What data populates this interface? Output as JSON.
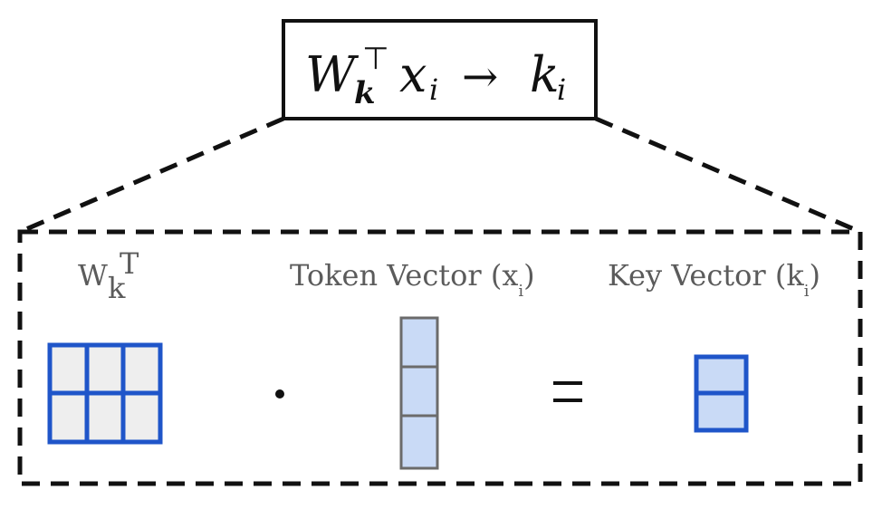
{
  "formula": {
    "W": "W",
    "k_sub": "k",
    "transpose": "⊤",
    "x": "x",
    "x_sub": "i",
    "arrow": "→",
    "k": "k",
    "k_sub2": "i"
  },
  "labels": {
    "weight": {
      "main": "W",
      "sub": "k",
      "sup": "T"
    },
    "token": {
      "main": "Token Vector (x",
      "sub": "i",
      "close": ")"
    },
    "key": {
      "main": "Key Vector (k",
      "sub": "i",
      "close": ")"
    }
  },
  "operators": {
    "dot": "·",
    "equals": "="
  },
  "colors": {
    "matrix_stroke": "#1f55c9",
    "matrix_fill": "#eeeeee",
    "token_stroke": "#6b6b6b",
    "token_fill": "#c9daf6",
    "key_stroke": "#1f55c9",
    "key_fill": "#c9daf6",
    "dash": "#111111"
  }
}
